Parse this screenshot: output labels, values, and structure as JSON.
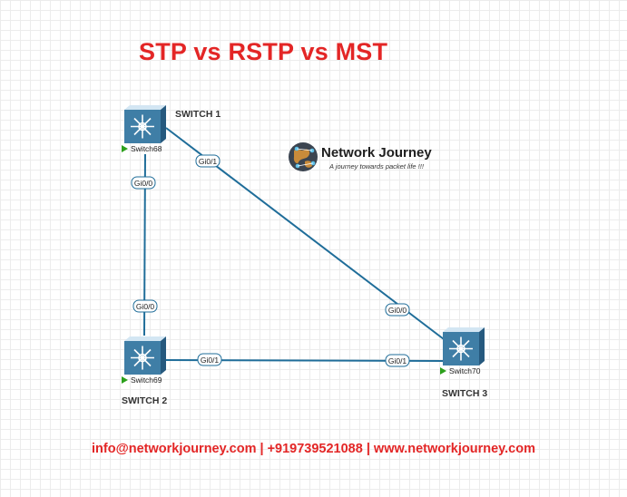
{
  "title": "STP vs RSTP vs MST",
  "footer": "info@networkjourney.com | +919739521088 | www.networkjourney.com",
  "colors": {
    "accent_red": "#e32626",
    "link_blue": "#1f6d99",
    "switch_front": "#3f7ea6",
    "switch_top": "#d3e6f3",
    "switch_side": "#26597e",
    "status_green": "#2ca01c"
  },
  "logo": {
    "name": "Network Journey",
    "tagline": "A journey towards packet life !!!",
    "icon": "globe-network-icon"
  },
  "switches": [
    {
      "id": "sw1",
      "caption": "SWITCH 1",
      "name": "Switch68",
      "icon": "layer3-switch-icon"
    },
    {
      "id": "sw2",
      "caption": "SWITCH 2",
      "name": "Switch69",
      "icon": "layer3-switch-icon"
    },
    {
      "id": "sw3",
      "caption": "SWITCH 3",
      "name": "Switch70",
      "icon": "layer3-switch-icon"
    }
  ],
  "links": [
    {
      "from": "sw1",
      "to": "sw2",
      "from_port": "Gi0/0",
      "to_port": "Gi0/0"
    },
    {
      "from": "sw1",
      "to": "sw3",
      "from_port": "Gi0/1",
      "to_port": "Gi0/0"
    },
    {
      "from": "sw2",
      "to": "sw3",
      "from_port": "Gi0/1",
      "to_port": "Gi0/1"
    }
  ]
}
